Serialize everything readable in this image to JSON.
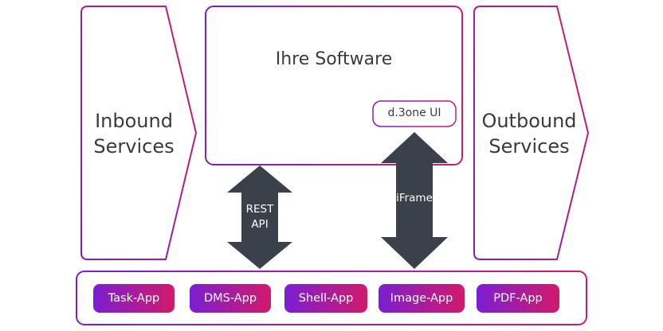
{
  "inbound": {
    "line1": "Inbound",
    "line2": "Services"
  },
  "outbound": {
    "line1": "Outbound",
    "line2": "Services"
  },
  "software": {
    "title": "Ihre Software",
    "ui_label": "d.3one UI"
  },
  "rest_arrow": {
    "line1": "REST",
    "line2": "API"
  },
  "iframe_arrow": {
    "label": "iFrame"
  },
  "apps": [
    "Task-App",
    "DMS-App",
    "Shell-App",
    "Image-App",
    "PDF-App"
  ],
  "colors": {
    "gradient_start": "#7a1fd1",
    "gradient_end": "#d21a6a",
    "arrow_fill": "#3a414b",
    "text": "#3a3a40"
  }
}
